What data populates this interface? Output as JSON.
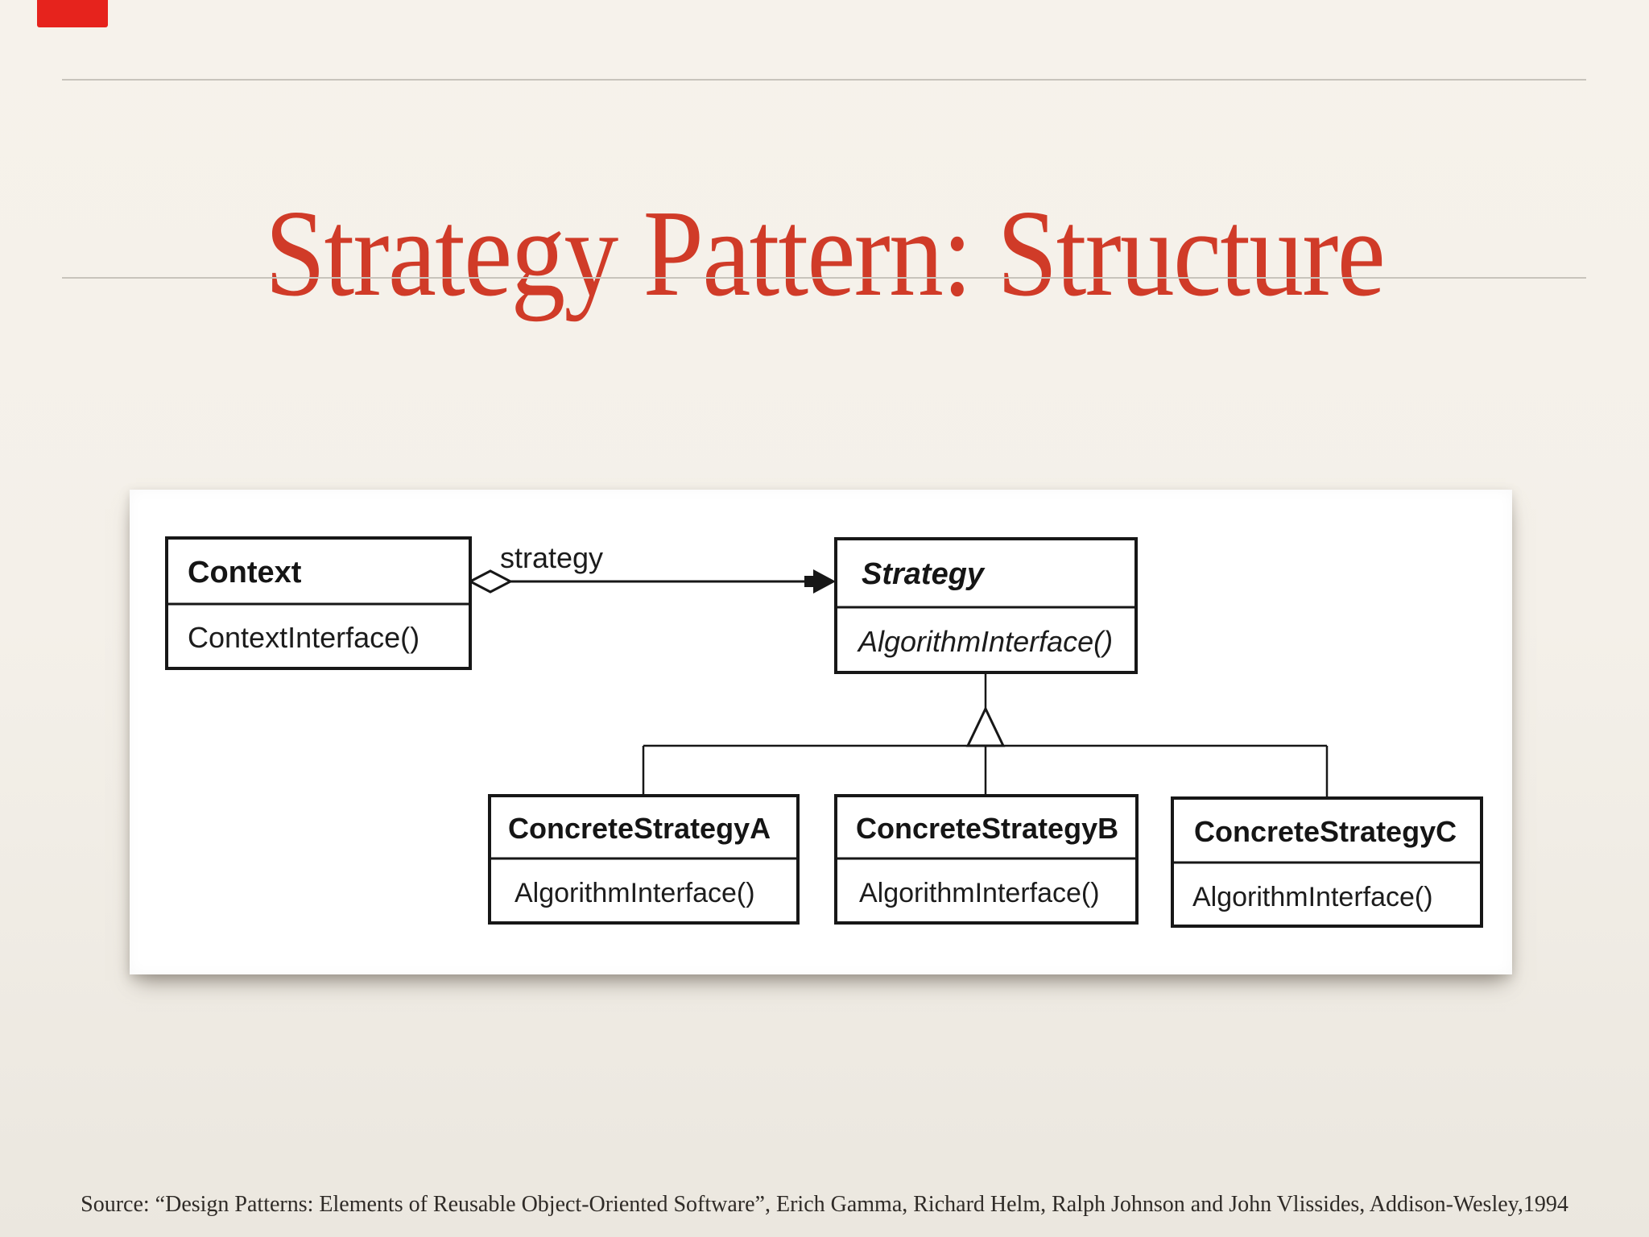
{
  "slide": {
    "title": "Strategy Pattern: Structure",
    "source_line": "Source: “Design Patterns: Elements of Reusable Object-Oriented Software”, Erich Gamma, Richard Helm, Ralph Johnson and John Vlissides, Addison-Wesley,1994"
  },
  "colors": {
    "title_red": "#d03b28",
    "corner_marker_red": "#e6231d",
    "rule_gray": "#c8c4bc",
    "slide_background": "#f4f0e9",
    "panel_background": "#ffffff",
    "diagram_ink": "#171717"
  },
  "diagram": {
    "type": "uml-class-diagram",
    "association_label": "strategy",
    "classes": [
      {
        "id": "context",
        "name": "Context",
        "abstract": false,
        "methods": [
          "ContextInterface()"
        ]
      },
      {
        "id": "strategy",
        "name": "Strategy",
        "abstract": true,
        "methods": [
          "AlgorithmInterface()"
        ]
      },
      {
        "id": "concrete-strategy-a",
        "name": "ConcreteStrategyA",
        "abstract": false,
        "methods": [
          "AlgorithmInterface()"
        ]
      },
      {
        "id": "concrete-strategy-b",
        "name": "ConcreteStrategyB",
        "abstract": false,
        "methods": [
          "AlgorithmInterface()"
        ]
      },
      {
        "id": "concrete-strategy-c",
        "name": "ConcreteStrategyC",
        "abstract": false,
        "methods": [
          "AlgorithmInterface()"
        ]
      }
    ],
    "relations": [
      {
        "from": "Context",
        "to": "Strategy",
        "type": "aggregation",
        "label": "strategy"
      },
      {
        "from": "ConcreteStrategyA",
        "to": "Strategy",
        "type": "inheritance"
      },
      {
        "from": "ConcreteStrategyB",
        "to": "Strategy",
        "type": "inheritance"
      },
      {
        "from": "ConcreteStrategyC",
        "to": "Strategy",
        "type": "inheritance"
      }
    ]
  }
}
